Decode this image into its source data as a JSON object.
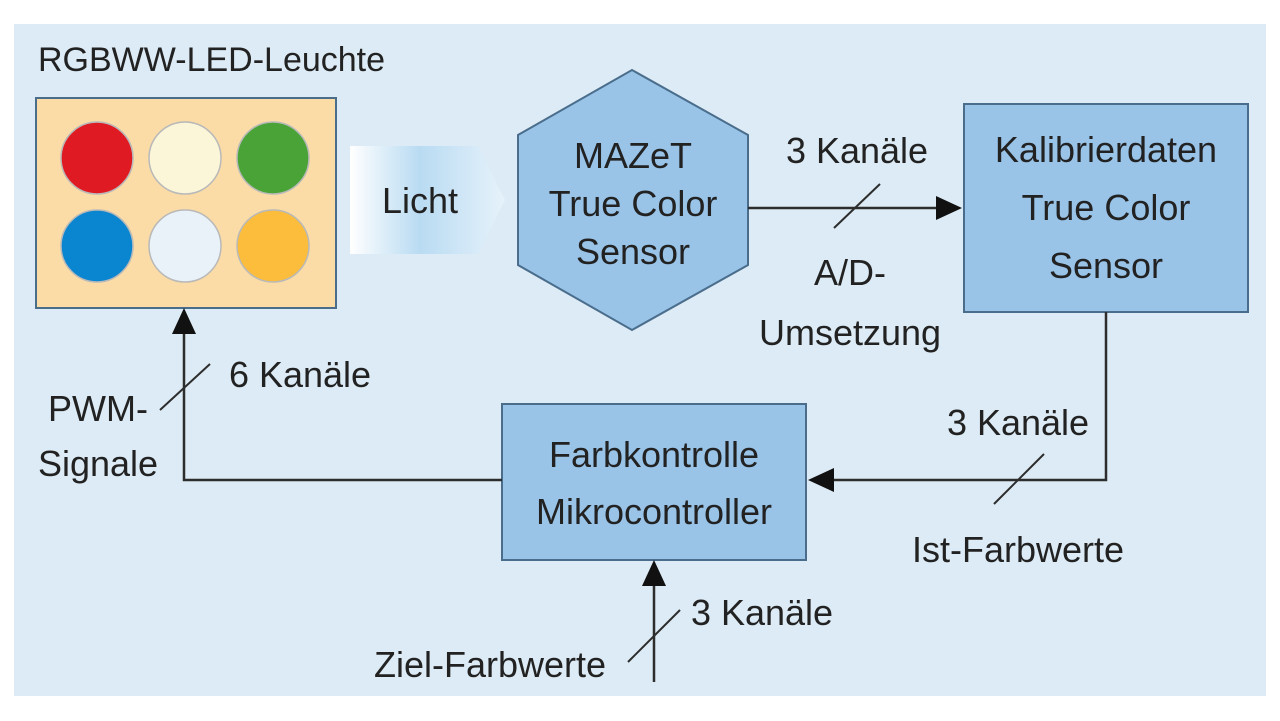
{
  "diagram": {
    "lamp_title": "RGBWW-LED-Leuchte",
    "led_colors": [
      "#e01a22",
      "#fbf6d8",
      "#4aa336",
      "#0a85d0",
      "#e9f2f8",
      "#fbbd3b"
    ],
    "light_label": "Licht",
    "sensor": {
      "line1": "MAZeT",
      "line2": "True Color",
      "line3": "Sensor"
    },
    "calibration": {
      "line1": "Kalibrierdaten",
      "line2": "True Color",
      "line3": "Sensor"
    },
    "controller": {
      "line1": "Farbkontrolle",
      "line2": "Mikrocontroller"
    },
    "sensor_to_calib": {
      "channels": "3 Kanäle",
      "conv1": "A/D-",
      "conv2": "Umsetzung"
    },
    "calib_to_controller": {
      "channels": "3 Kanäle",
      "label": "Ist-Farbwerte"
    },
    "target_to_controller": {
      "channels": "3 Kanäle",
      "label": "Ziel-Farbwerte"
    },
    "controller_to_lamp": {
      "channels": "6 Kanäle",
      "label1": "PWM-",
      "label2": "Signale"
    },
    "colors": {
      "panel": "#dcebf5",
      "box_fill": "#99c4e8",
      "box_stroke": "#4a6d8c",
      "lamp_fill": "#fbdca6",
      "line": "#2d2d2d"
    }
  }
}
